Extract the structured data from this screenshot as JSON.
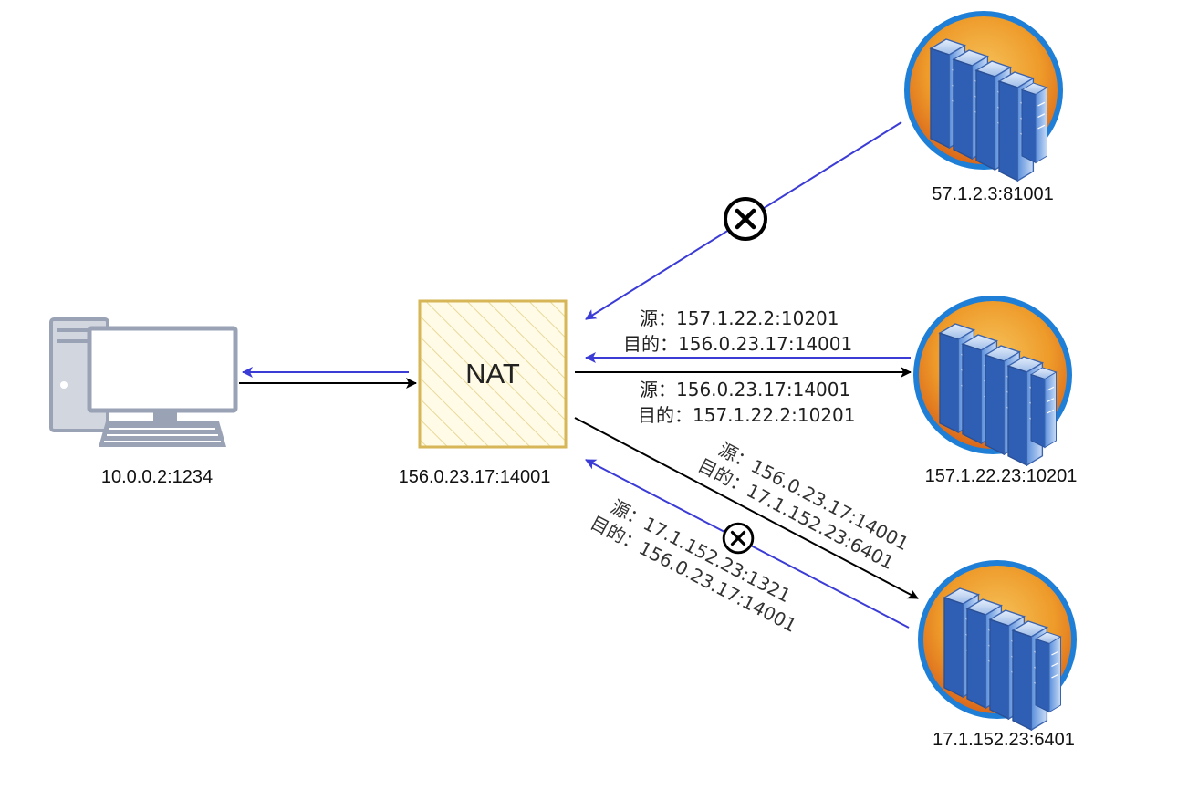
{
  "nodes": {
    "client": {
      "label": "10.0.0.2:1234"
    },
    "nat": {
      "title": "NAT",
      "label": "156.0.23.17:14001"
    },
    "server_top": {
      "label": "57.1.2.3:81001"
    },
    "server_mid": {
      "label": "157.1.22.23:10201"
    },
    "server_bottom": {
      "label": "17.1.152.23:6401"
    }
  },
  "packets": {
    "mid_inbound": {
      "src": "源：157.1.22.2:10201",
      "dst": "目的：156.0.23.17:14001"
    },
    "mid_outbound": {
      "src": "源：156.0.23.17:14001",
      "dst": "目的：157.1.22.2:10201"
    },
    "bottom_outbound": {
      "src": "源：156.0.23.17:14001",
      "dst": "目的：17.1.152.23:6401"
    },
    "bottom_inbound": {
      "src": "源：17.1.152.23:1321",
      "dst": "目的：156.0.23.17:14001"
    }
  },
  "colors": {
    "inbound_arrow": "#3b3bd6",
    "outbound_arrow": "#000000",
    "nat_border": "#d6b656",
    "nat_fill": "#fff2cc",
    "server_ring": "#1f7fd6",
    "server_bg": "#e88a1c"
  },
  "icons": {
    "client": "desktop-computer-icon",
    "server": "server-rack-icon",
    "blocked": "blocked-x-icon"
  }
}
